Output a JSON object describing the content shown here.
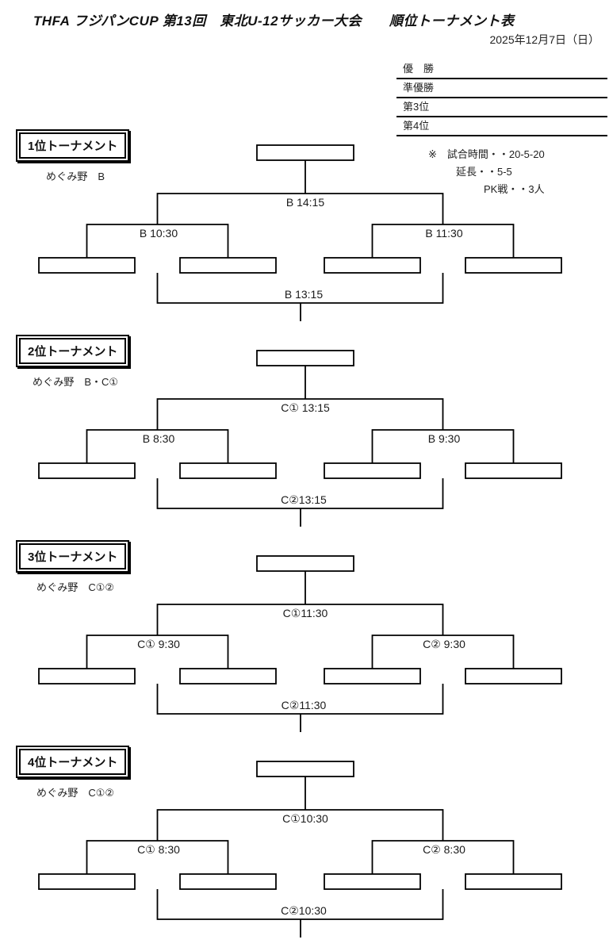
{
  "page": {
    "title": "THFA フジパンCUP 第13回　東北U-12サッカー大会　　順位トーナメント表",
    "date": "2025年12月7日（日）"
  },
  "results": {
    "rows": [
      {
        "label": "優　勝"
      },
      {
        "label": "準優勝"
      },
      {
        "label": "第3位"
      },
      {
        "label": "第4位"
      }
    ]
  },
  "notes": {
    "match_time": "※　試合時間・・20-5-20",
    "extra_time": "延長・・5-5",
    "pk": "PK戦・・3人"
  },
  "tournaments": [
    {
      "header": "1位トーナメント",
      "subtitle": "めぐみ野　B",
      "final_label": "B 14:15",
      "semi_left_label": "B 10:30",
      "semi_right_label": "B 11:30",
      "consolation_label": "B 13:15"
    },
    {
      "header": "2位トーナメント",
      "subtitle": "めぐみ野　B・C①",
      "final_label": "C① 13:15",
      "semi_left_label": "B 8:30",
      "semi_right_label": "B 9:30",
      "consolation_label": "C②13:15"
    },
    {
      "header": "3位トーナメント",
      "subtitle": "めぐみ野　C①②",
      "final_label": "C①11:30",
      "semi_left_label": "C① 9:30",
      "semi_right_label": "C② 9:30",
      "consolation_label": "C②11:30"
    },
    {
      "header": "4位トーナメント",
      "subtitle": "めぐみ野　C①②",
      "final_label": "C①10:30",
      "semi_left_label": "C① 8:30",
      "semi_right_label": "C② 8:30",
      "consolation_label": "C②10:30"
    }
  ],
  "colors": {
    "line": "#000000",
    "text": "#1a1a1a",
    "background": "#ffffff"
  }
}
